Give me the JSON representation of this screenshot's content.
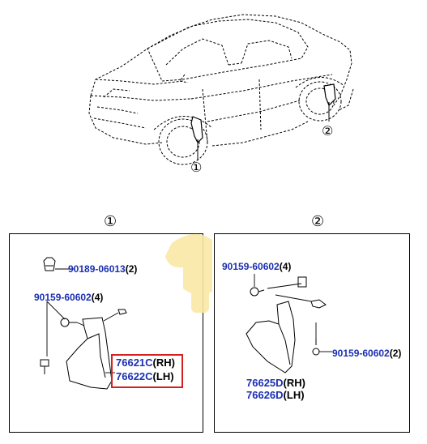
{
  "overview": {
    "callout_front": "①",
    "callout_rear": "②"
  },
  "panels": [
    {
      "label": "①",
      "parts": [
        {
          "number": "90189-06013",
          "qty": "(2)"
        },
        {
          "number": "90159-60602",
          "qty": "(4)"
        },
        {
          "number": "76621C",
          "qty": "(RH)"
        },
        {
          "number": "76622C",
          "qty": "(LH)"
        }
      ]
    },
    {
      "label": "②",
      "parts": [
        {
          "number": "90159-60602",
          "qty": "(4)"
        },
        {
          "number": "90159-60602",
          "qty": "(2)"
        },
        {
          "number": "76625D",
          "qty": "(RH)"
        },
        {
          "number": "76626D",
          "qty": "(LH)"
        }
      ]
    }
  ],
  "colors": {
    "part_number": "#1b2fb3",
    "highlight": "#d42020",
    "watermark": "#fbe8a6"
  }
}
